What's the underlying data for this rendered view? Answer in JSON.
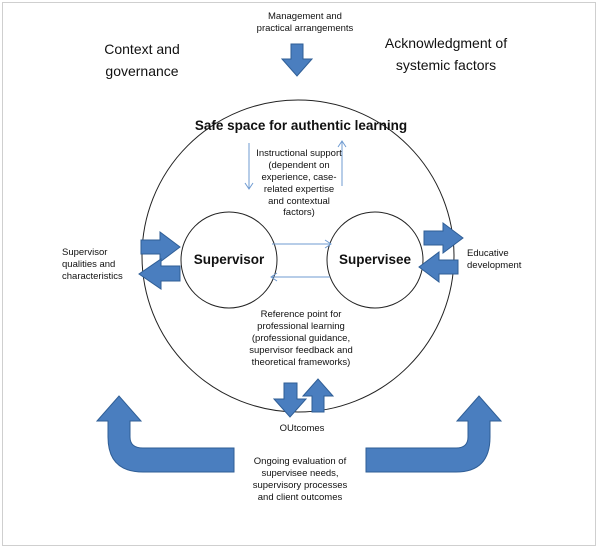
{
  "diagram": {
    "management": "Management and practical arrangements",
    "context": "Context and governance",
    "acknowledgment": "Acknowledgment of systemic factors",
    "safe_space": "Safe space for authentic learning",
    "instructional": "Instructional support (dependent on experience, case-related expertise and contextual factors)",
    "supervisor": "Supervisor",
    "supervisee": "Supervisee",
    "supervisor_qualities": "Supervisor qualities and characteristics",
    "educative": "Educative development",
    "reference": "Reference point for professional learning (professional guidance, supervisor feedback and theoretical frameworks)",
    "outcomes": "OUtcomes",
    "ongoing": "Ongoing evaluation of supervisee needs, supervisory processes and client outcomes"
  },
  "colors": {
    "arrow_fill": "#4a7ebf",
    "arrow_stroke": "#2f5e96",
    "thin_arrow": "#6f9bd1",
    "circle_stroke": "#222222"
  }
}
